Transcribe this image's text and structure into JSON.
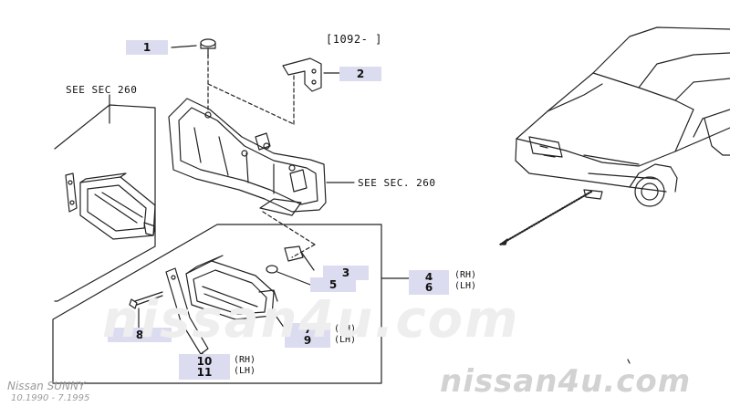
{
  "code": "[1092-  ]",
  "refs": {
    "sec_260_left": "SEE SEC 260",
    "sec_260_right": "SEE SEC. 260"
  },
  "callouts": [
    "1",
    "2",
    "3",
    "4",
    "5",
    "6",
    "7",
    "9",
    "8",
    "10",
    "11"
  ],
  "sides": {
    "rh": "(RH)",
    "lh": "(LH)"
  },
  "watermark": {
    "model": "Nissan SUNNY",
    "range": "10.1990  -  7.1995",
    "brand": "nissan4u.com",
    "ghost": "nissan4u.com"
  },
  "colors": {
    "callout_bg": "#dcdcf0",
    "line": "#222222",
    "watermark": "#cfcfcf"
  }
}
